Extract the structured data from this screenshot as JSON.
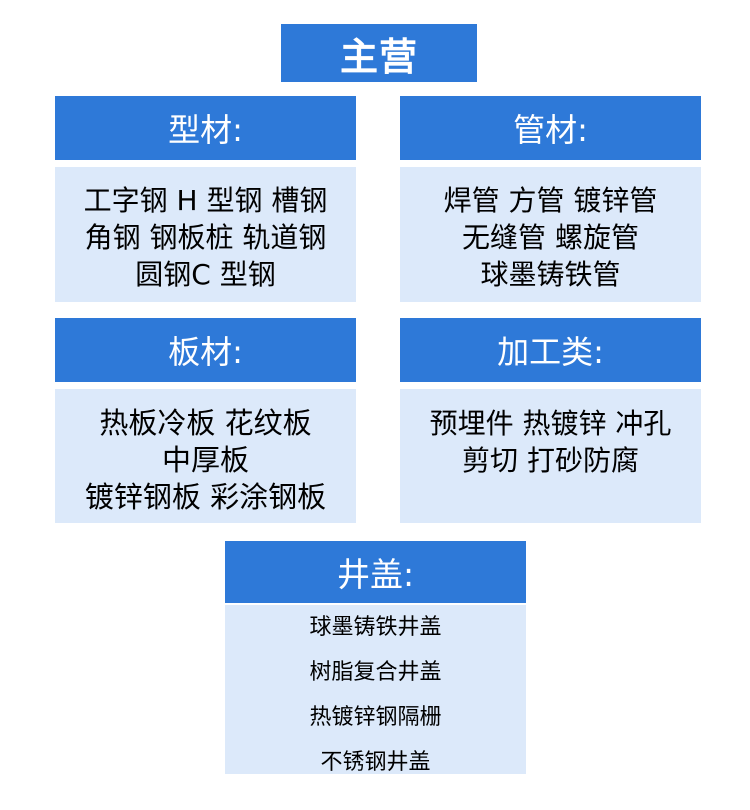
{
  "title": "主营",
  "cards": [
    {
      "header": "型材:",
      "lines": [
        "工字钢 H 型钢 槽钢",
        "角钢 钢板桩 轨道钢",
        "圆钢C 型钢"
      ]
    },
    {
      "header": "管材:",
      "lines": [
        "焊管 方管 镀锌管",
        "无缝管 螺旋管",
        "球墨铸铁管"
      ]
    },
    {
      "header": "板材:",
      "lines": [
        "热板冷板 花纹板",
        "中厚板",
        "镀锌钢板  彩涂钢板"
      ]
    },
    {
      "header": "加工类:",
      "lines": [
        "预埋件 热镀锌 冲孔",
        "剪切 打砂防腐"
      ]
    },
    {
      "header": "井盖:",
      "lines": [
        "球墨铸铁井盖",
        "树脂复合井盖",
        "热镀锌钢隔栅",
        "不锈钢井盖"
      ]
    }
  ],
  "colors": {
    "header_bg": "#2e79d8",
    "body_bg": "#dce9fa",
    "header_text": "#ffffff"
  }
}
